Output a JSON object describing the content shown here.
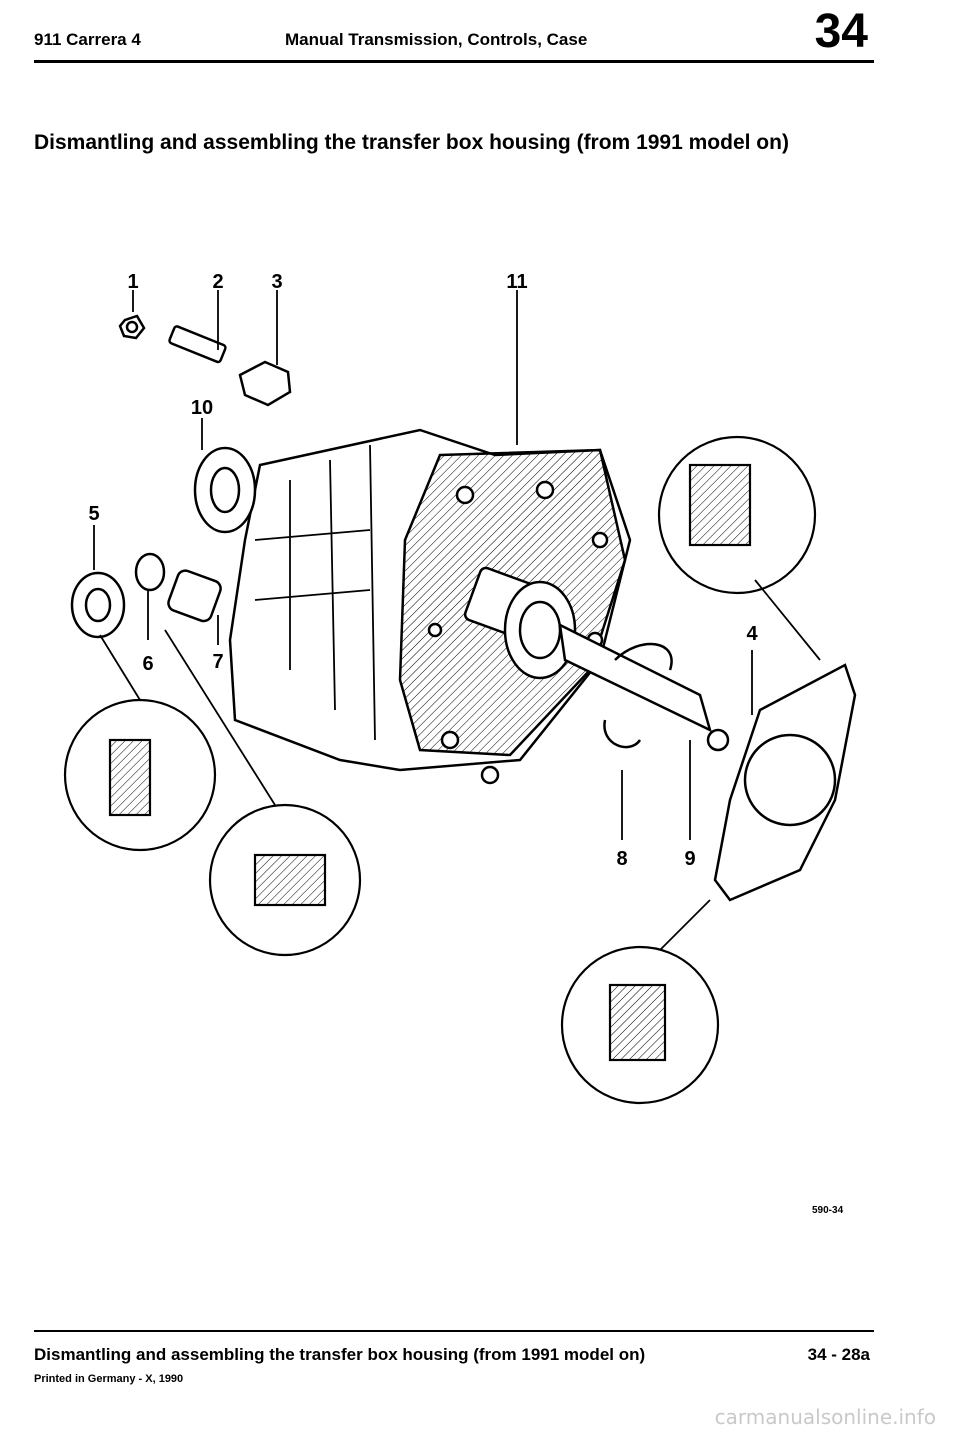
{
  "header": {
    "model": "911 Carrera 4",
    "section": "Manual Transmission, Controls, Case",
    "group_number": "34"
  },
  "title": "Dismantling and assembling the transfer box housing (from 1991 model on)",
  "figure": {
    "callouts": [
      "1",
      "2",
      "3",
      "4",
      "5",
      "6",
      "7",
      "8",
      "9",
      "10",
      "11"
    ],
    "code": "590-34"
  },
  "footer": {
    "title": "Dismantling and assembling the transfer box housing (from 1991 model on)",
    "page": "34 - 28a",
    "printed": "Printed in Germany - X, 1990"
  },
  "watermark": "carmanualsonline.info"
}
